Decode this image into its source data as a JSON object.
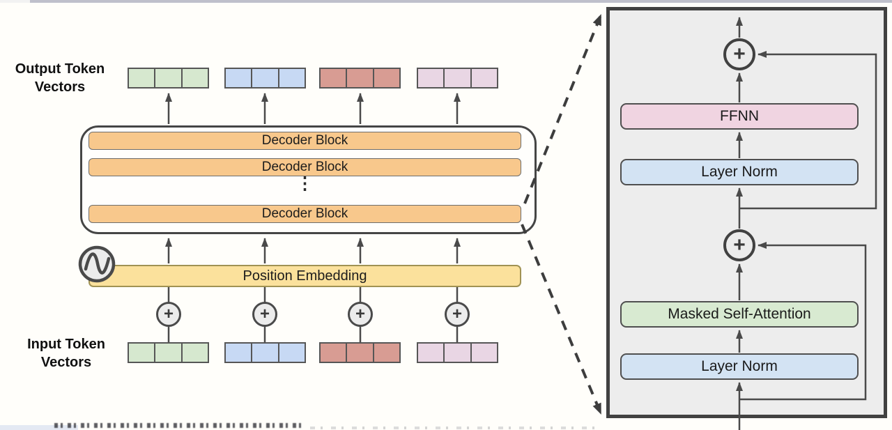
{
  "left": {
    "output_label": "Output Token Vectors",
    "input_label": "Input Token Vectors",
    "decoder_blocks": [
      "Decoder Block",
      "Decoder Block",
      "Decoder Block"
    ],
    "ellipsis": "⋮",
    "position_embedding_label": "Position Embedding",
    "plus": "+",
    "decoder_block_fill": "#f8c88c",
    "position_embedding_fill": "#fbe19c",
    "token_colors": [
      {
        "name": "green",
        "fill": "#d6e8cf"
      },
      {
        "name": "blue",
        "fill": "#c7d9f4"
      },
      {
        "name": "red",
        "fill": "#d89c93"
      },
      {
        "name": "pink",
        "fill": "#e9d6e4"
      }
    ]
  },
  "right": {
    "plus": "+",
    "panel_fill": "#ededed",
    "boxes": [
      {
        "label": "FFNN",
        "fill": "#f0d4e1"
      },
      {
        "label": "Layer Norm",
        "fill": "#d3e3f3"
      },
      {
        "label": "Masked Self-Attention",
        "fill": "#d8ead1"
      },
      {
        "label": "Layer Norm",
        "fill": "#d3e3f3"
      }
    ]
  },
  "icons": {
    "position_embedding_icon": "sine-wave-icon",
    "residual_add_icon": "plus-circle-icon"
  },
  "colors": {
    "arrow_line": "#4a4a4a",
    "dashed_line": "#3d3d3d",
    "box_border": "#4f4f4f",
    "container_border": "#454545"
  }
}
